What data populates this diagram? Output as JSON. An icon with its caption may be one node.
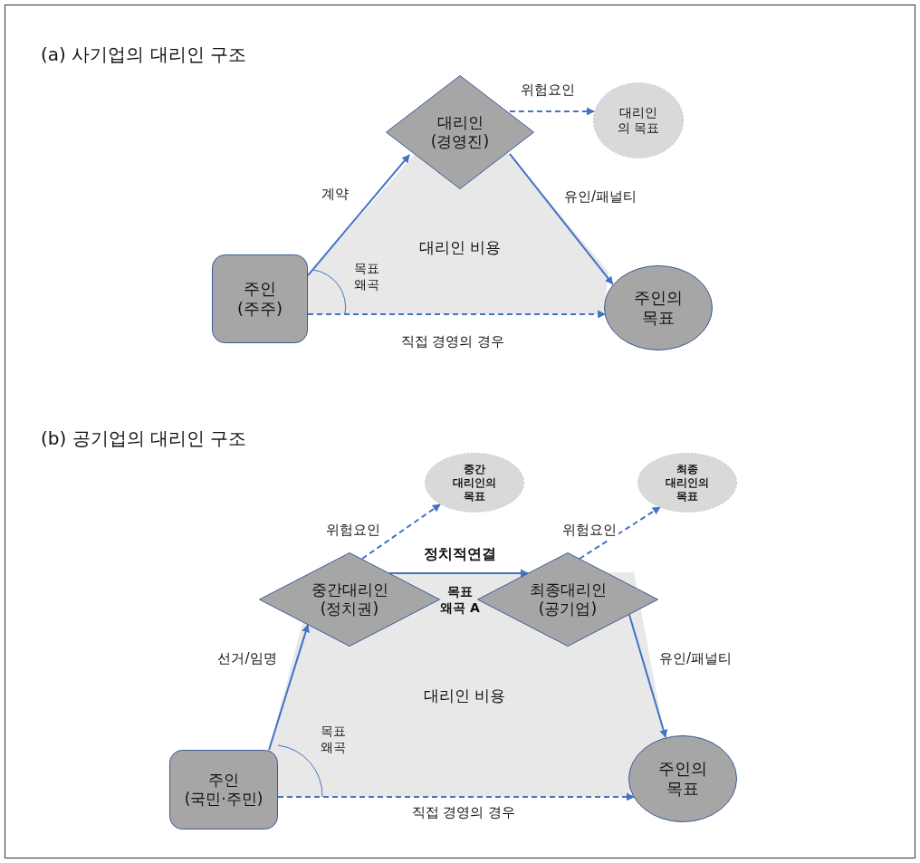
{
  "diagram": {
    "nodes": [
      {
        "text": [
          "주인 (주주)"
        ]
      },
      {
        "text": [
          "대리인 (경영진)"
        ]
      },
      {
        "text": [
          "대리인 의 목표"
        ]
      },
      {
        "text": [
          "주인의 목표"
        ]
      },
      {
        "text": [
          "주인 (국민·주민)"
        ]
      },
      {
        "text": [
          "중간대리인 (정치권)"
        ]
      },
      {
        "text": [
          "중간 대리인의 목표"
        ]
      },
      {
        "text": [
          "최종대리인 (공기업)"
        ]
      },
      {
        "text": [
          "최종 대리인의 목표"
        ]
      },
      {
        "text": [
          "주인의 목표"
        ]
      }
    ],
    "edges": [
      {
        "from": 0,
        "to": 1,
        "arrow": "to",
        "label": "계약"
      },
      {
        "from": 1,
        "to": 2,
        "arrow": "to",
        "label": "위험요인",
        "style": "dashed"
      },
      {
        "from": 1,
        "to": 3,
        "arrow": "to",
        "label": "유인/패널티"
      },
      {
        "from": 0,
        "to": 3,
        "arrow": "to",
        "label": "직접 경영의 경우",
        "style": "dashed"
      },
      {
        "from": 4,
        "to": 5,
        "arrow": "to",
        "label": "선거/임명"
      },
      {
        "from": 5,
        "to": 6,
        "arrow": "to",
        "label": "위험요인",
        "style": "dashed"
      },
      {
        "from": 5,
        "to": 7,
        "arrow": "to",
        "label": "정치적연결"
      },
      {
        "from": 7,
        "to": 8,
        "arrow": "to",
        "label": "위험요인",
        "style": "dashed"
      },
      {
        "from": 7,
        "to": 9,
        "arrow": "to",
        "label": "유인/패널티"
      },
      {
        "from": 4,
        "to": 9,
        "arrow": "to",
        "label": "직접 경영의 경우",
        "style": "dashed"
      }
    ],
    "labels": [
      "(a) 사기업의 대리인 구조",
      "대리인 비용",
      "목표 왜곡",
      "(b) 공기업의 대리인 구조",
      "목표 왜곡 A",
      "대리인 비용",
      "목표 왜곡"
    ]
  }
}
